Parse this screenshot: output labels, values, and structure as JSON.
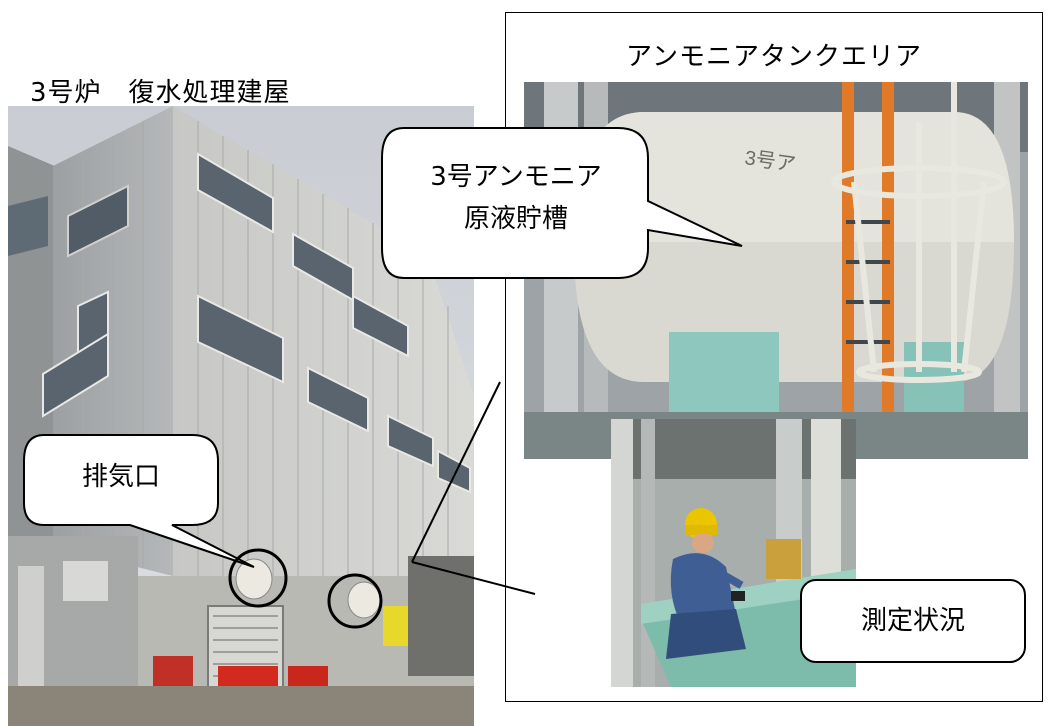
{
  "building_caption": "3号炉　復水処理建屋",
  "tank_area": {
    "title": "アンモニアタンクエリア",
    "tank_label": "3号アンモニア\n原液貯槽"
  },
  "callouts": {
    "exhaust": "排気口",
    "measurement": "測定状況"
  },
  "painted_tank_text": "3号ア"
}
